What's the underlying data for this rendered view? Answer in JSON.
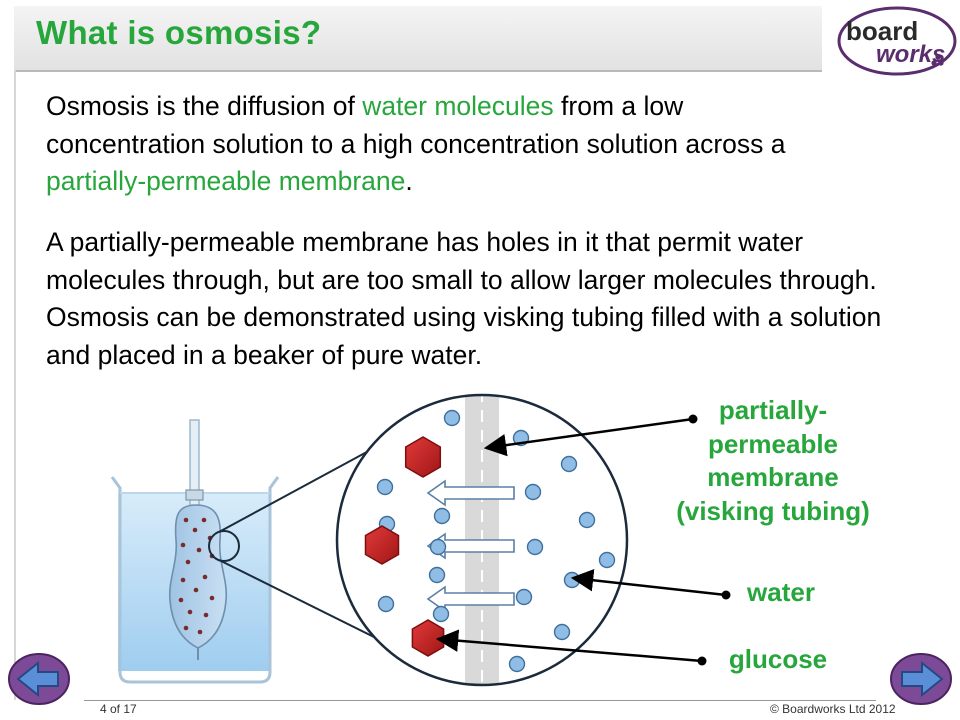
{
  "slide": {
    "title": "What is osmosis?",
    "logo": {
      "line1": "board",
      "line2": "works"
    },
    "paragraph1": {
      "parts": [
        "Osmosis is the diffusion of ",
        "water molecules",
        " from a low concentration solution to a high concentration solution across a ",
        "partially-permeable membrane",
        "."
      ]
    },
    "paragraph2": "A partially-permeable membrane has holes in it that permit water molecules through, but are too small to allow larger molecules through. Osmosis can be demonstrated using visking tubing filled with a solution and placed in a beaker of pure water.",
    "labels": {
      "membrane_line1": "partially-",
      "membrane_line2": "permeable",
      "membrane_line3": "membrane",
      "membrane_line4": "(visking tubing)",
      "water": "water",
      "glucose": "glucose"
    }
  },
  "footer": {
    "page": "4 of 17",
    "copyright": "© Boardworks Ltd 2012"
  },
  "icons": [
    "previous-arrow-icon",
    "next-arrow-icon"
  ],
  "colors": {
    "title_green": "#27a63c",
    "water_molecule": "#8fbde6",
    "glucose": "#c41f1f",
    "membrane": "#d9d9d9",
    "logo_purple": "#5a2d6e"
  }
}
